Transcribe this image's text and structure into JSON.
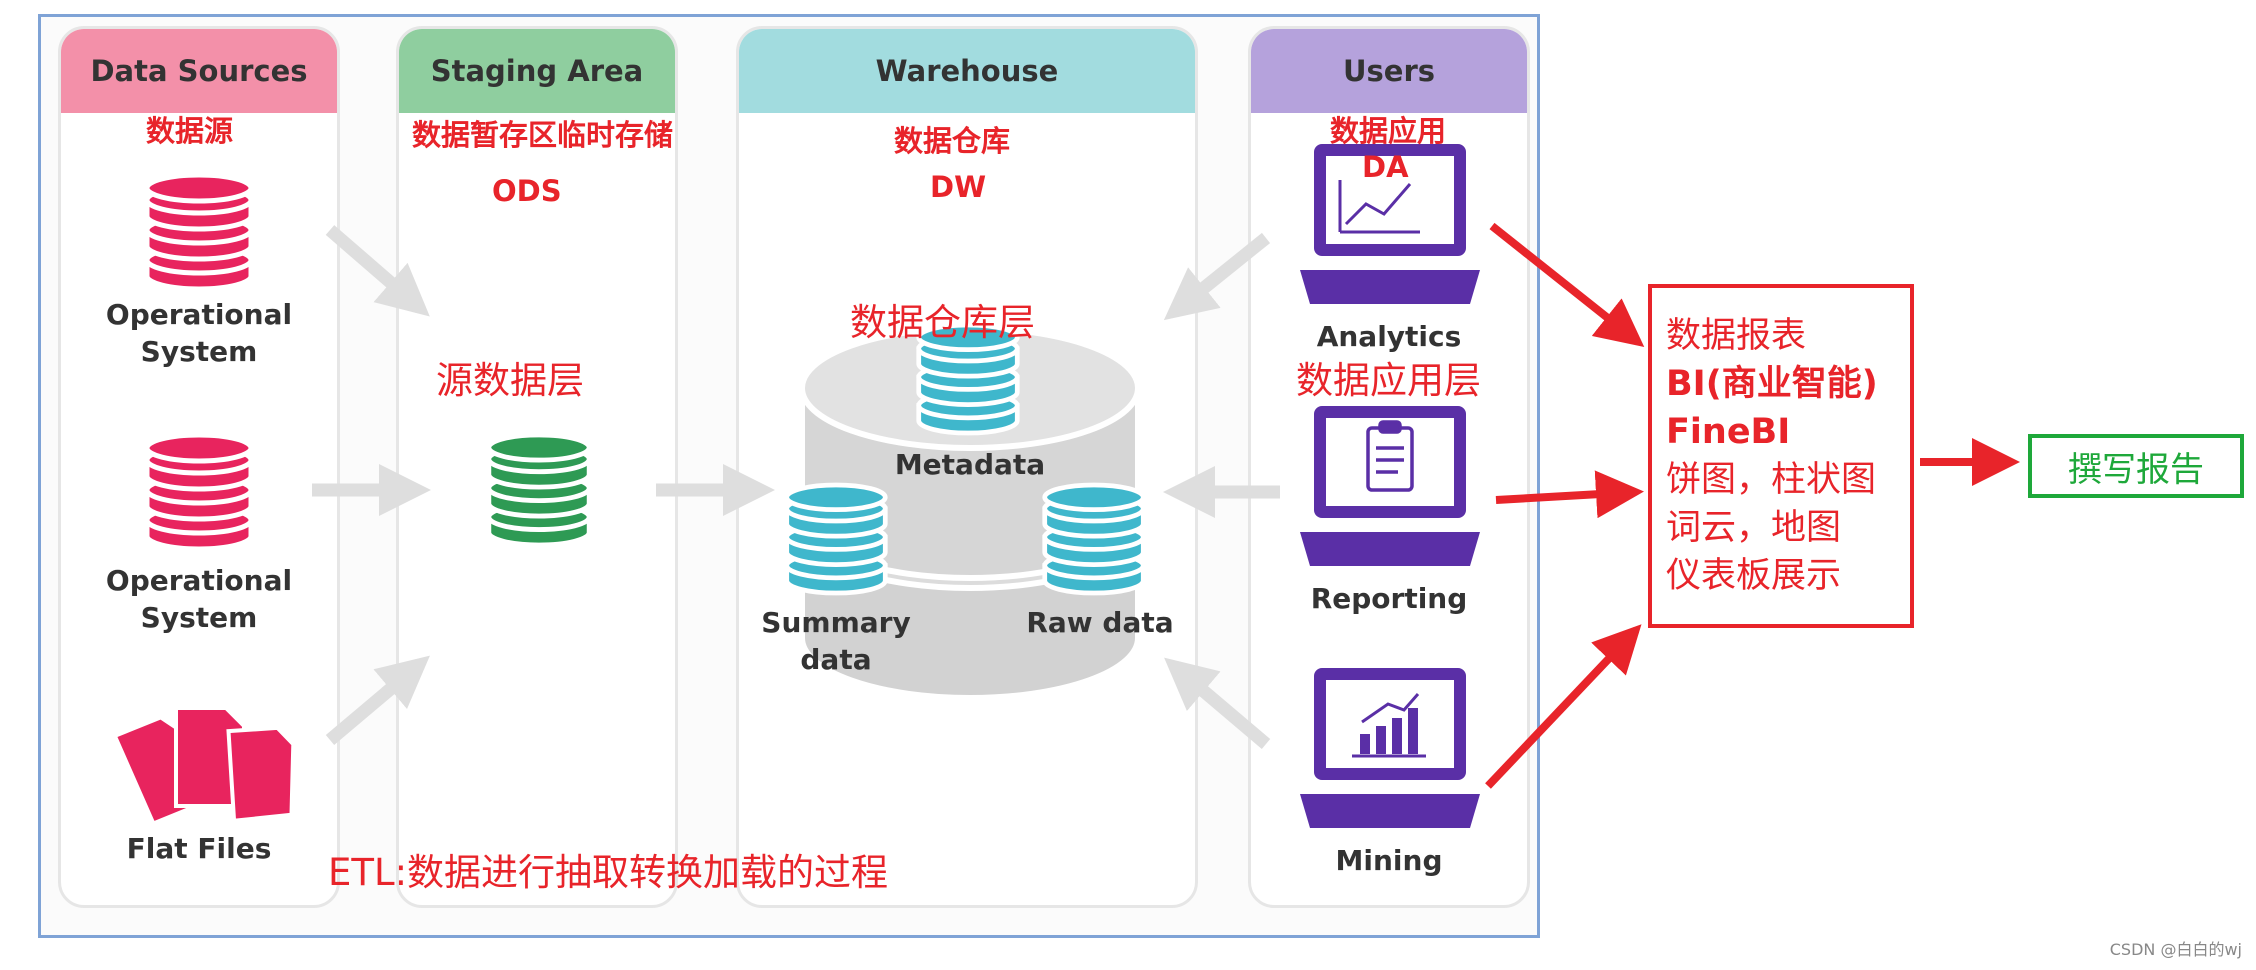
{
  "columns": {
    "sources": {
      "title": "Data Sources",
      "color": "#f390a9"
    },
    "staging": {
      "title": "Staging Area",
      "color": "#8fce9f"
    },
    "warehouse": {
      "title": "Warehouse",
      "color": "#a2dcdf"
    },
    "users": {
      "title": "Users",
      "color": "#b5a2dc"
    }
  },
  "sources": {
    "items": [
      "Operational\nSystem",
      "Operational\nSystem",
      "Flat Files"
    ],
    "cn_label": "数据源"
  },
  "staging": {
    "cn_label": "数据暂存区临时存储",
    "ods": "ODS",
    "layer": "源数据层"
  },
  "warehouse": {
    "cn_label": "数据仓库",
    "dw": "DW",
    "layer": "数据仓库层",
    "metadata": "Metadata",
    "summary": "Summary\ndata",
    "raw": "Raw data"
  },
  "users": {
    "cn_label": "数据应用",
    "da": "DA",
    "layer": "数据应用层",
    "analytics": "Analytics",
    "reporting": "Reporting",
    "mining": "Mining"
  },
  "etl": "ETL:数据进行抽取转换加载的过程",
  "report_box": {
    "lines": [
      "数据报表",
      "BI(商业智能)",
      "FineBI",
      "饼图，柱状图",
      "词云，地图",
      "仪表板展示"
    ]
  },
  "final_box": "撰写报告",
  "watermark": "CSDN @白白的wj",
  "colors": {
    "pink": "#e8245e",
    "green": "#2e9a54",
    "teal": "#3fb7cc",
    "purple": "#5a2fa6",
    "red": "#e8242a",
    "final_green": "#1ea83a",
    "gray_arrow": "#e0e0e0"
  },
  "icons": {
    "database": "database-icon",
    "files": "flat-files-icon",
    "laptop": "laptop-icon"
  }
}
